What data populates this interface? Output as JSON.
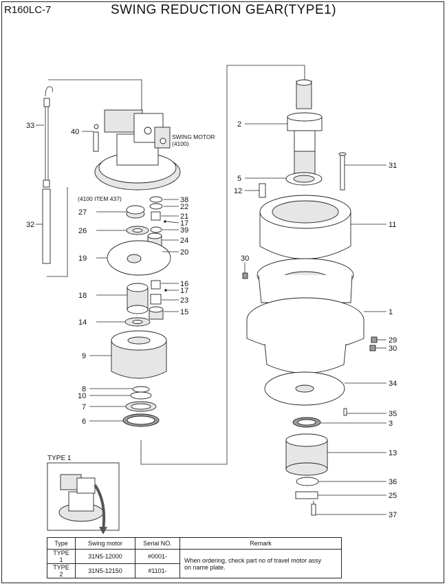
{
  "header": {
    "model": "R160LC-7",
    "title": "SWING REDUCTION GEAR(TYPE1)"
  },
  "diagram": {
    "callouts": {
      "c1": "1",
      "c2": "2",
      "c3": "3",
      "c5": "5",
      "c6": "6",
      "c7": "7",
      "c8": "8",
      "c9": "9",
      "c10": "10",
      "c11": "11",
      "c12": "12",
      "c13": "13",
      "c14": "14",
      "c15": "15",
      "c16": "16",
      "c17a": "17",
      "c17b": "17",
      "c18": "18",
      "c19": "19",
      "c20": "20",
      "c21": "21",
      "c22": "22",
      "c23": "23",
      "c24": "24",
      "c25": "25",
      "c26": "26",
      "c27": "27",
      "c29": "29",
      "c30a": "30",
      "c30b": "30",
      "c31": "31",
      "c32": "32",
      "c33": "33",
      "c34": "34",
      "c35": "35",
      "c36": "36",
      "c37": "37",
      "c38": "38",
      "c39": "39",
      "c40": "40"
    },
    "labels": {
      "swing_motor": "SWING MOTOR",
      "swing_motor_ref": "(4100)",
      "item_ref": "(4100 ITEM 437)"
    }
  },
  "type_box": {
    "label": "TYPE 1"
  },
  "table": {
    "headers": [
      "Type",
      "Swing motor",
      "Serial NO.",
      "Remark"
    ],
    "rows": [
      [
        "TYPE 1",
        "31N5-12000",
        "#0001-"
      ],
      [
        "TYPE 2",
        "31N5-12150",
        "#1101-"
      ]
    ],
    "remark_line1": "When ordering, check part no of travel motor assy",
    "remark_line2": "on name plate."
  }
}
